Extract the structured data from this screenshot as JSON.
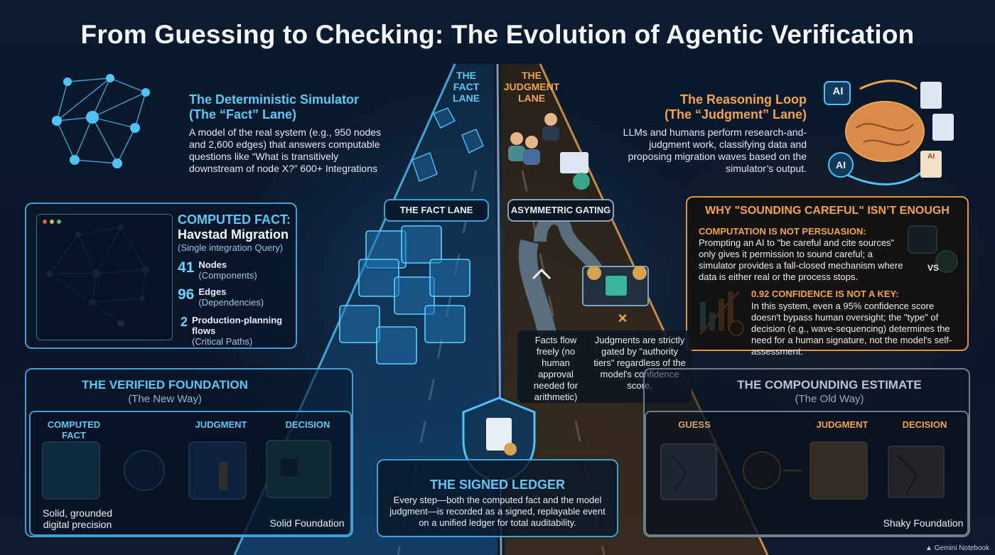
{
  "title": "From Guessing to Checking: The Evolution of Agentic Verification",
  "lanes": {
    "fact_label": [
      "THE",
      "FACT",
      "LANE"
    ],
    "judgment_label": [
      "THE",
      "JUDGMENT",
      "LANE"
    ],
    "fact_pill": "THE FACT LANE",
    "gating_pill": "ASYMMETRIC GATING",
    "facts_flow": "Facts flow freely (no human approval needed for arithmetic)",
    "judgments_gated": "Judgments are strictly gated by \"authority tiers\" regardless of the model's confidence score."
  },
  "simulator": {
    "title_line1": "The Deterministic Simulator",
    "title_line2": "(The “Fact” Lane)",
    "body": "A model of the real system (e.g., 950 nodes and 2,600 edges) that answers computable questions like “What is transitively downstream of node X?” 600+ Integrations"
  },
  "reasoning": {
    "title_line1": "The Reasoning Loop",
    "title_line2": "(The “Judgment” Lane)",
    "body": "LLMs and humans perform research-and-judgment work, classifying data and proposing migration waves based on the simulator’s output.",
    "icon_label": "AI"
  },
  "computed_fact": {
    "label": "COMPUTED FACT:",
    "name": "Havstad Migration",
    "sub": "(Single integration Query)",
    "stats": [
      {
        "num": "41",
        "label": "Nodes",
        "sub": "(Components)"
      },
      {
        "num": "96",
        "label": "Edges",
        "sub": "(Dependencies)"
      },
      {
        "num": "2",
        "label": "Production-planning flows",
        "sub": "(Critical Paths)"
      }
    ]
  },
  "why": {
    "title": "WHY \"SOUNDING CAREFUL\" ISN’T ENOUGH",
    "h1": "COMPUTATION IS NOT PERSUASION:",
    "p1": "Prompting an AI to \"be careful and cite sources\" only gives it permission to sound careful; a simulator provides a fall-closed mechanism where data is either real or the process stops.",
    "vs": "VS",
    "h2": "0.92 CONFIDENCE IS NOT A KEY:",
    "p2": "In this system, even a 95% confidence score doesn't bypass human oversight; the \"type\" of decision (e.g., wave-sequencing) determines the need for a human signature, not the model's self-assessment."
  },
  "verified": {
    "title": "THE VERIFIED FOUNDATION",
    "sub": "(The New Way)",
    "cols": [
      "COMPUTED FACT",
      "JUDGMENT",
      "DECISION"
    ],
    "cap_left": "Solid, grounded digital precision",
    "cap_right": "Solid Foundation"
  },
  "compounding": {
    "title": "THE COMPOUNDING ESTIMATE",
    "sub": "(The Old Way)",
    "cols": [
      "GUESS",
      "JUDGMENT",
      "DECISION"
    ],
    "cap_right": "Shaky Foundation"
  },
  "ledger": {
    "title": "THE SIGNED LEDGER",
    "body": "Every step—both the computed fact and the model judgment—is recorded as a signed, replayable event on a unified ledger for total auditability."
  },
  "footer": "Gemini Notebook",
  "colors": {
    "fact": "#5cc8f5",
    "judgment": "#f0a54a",
    "bg": "#0a1628"
  }
}
